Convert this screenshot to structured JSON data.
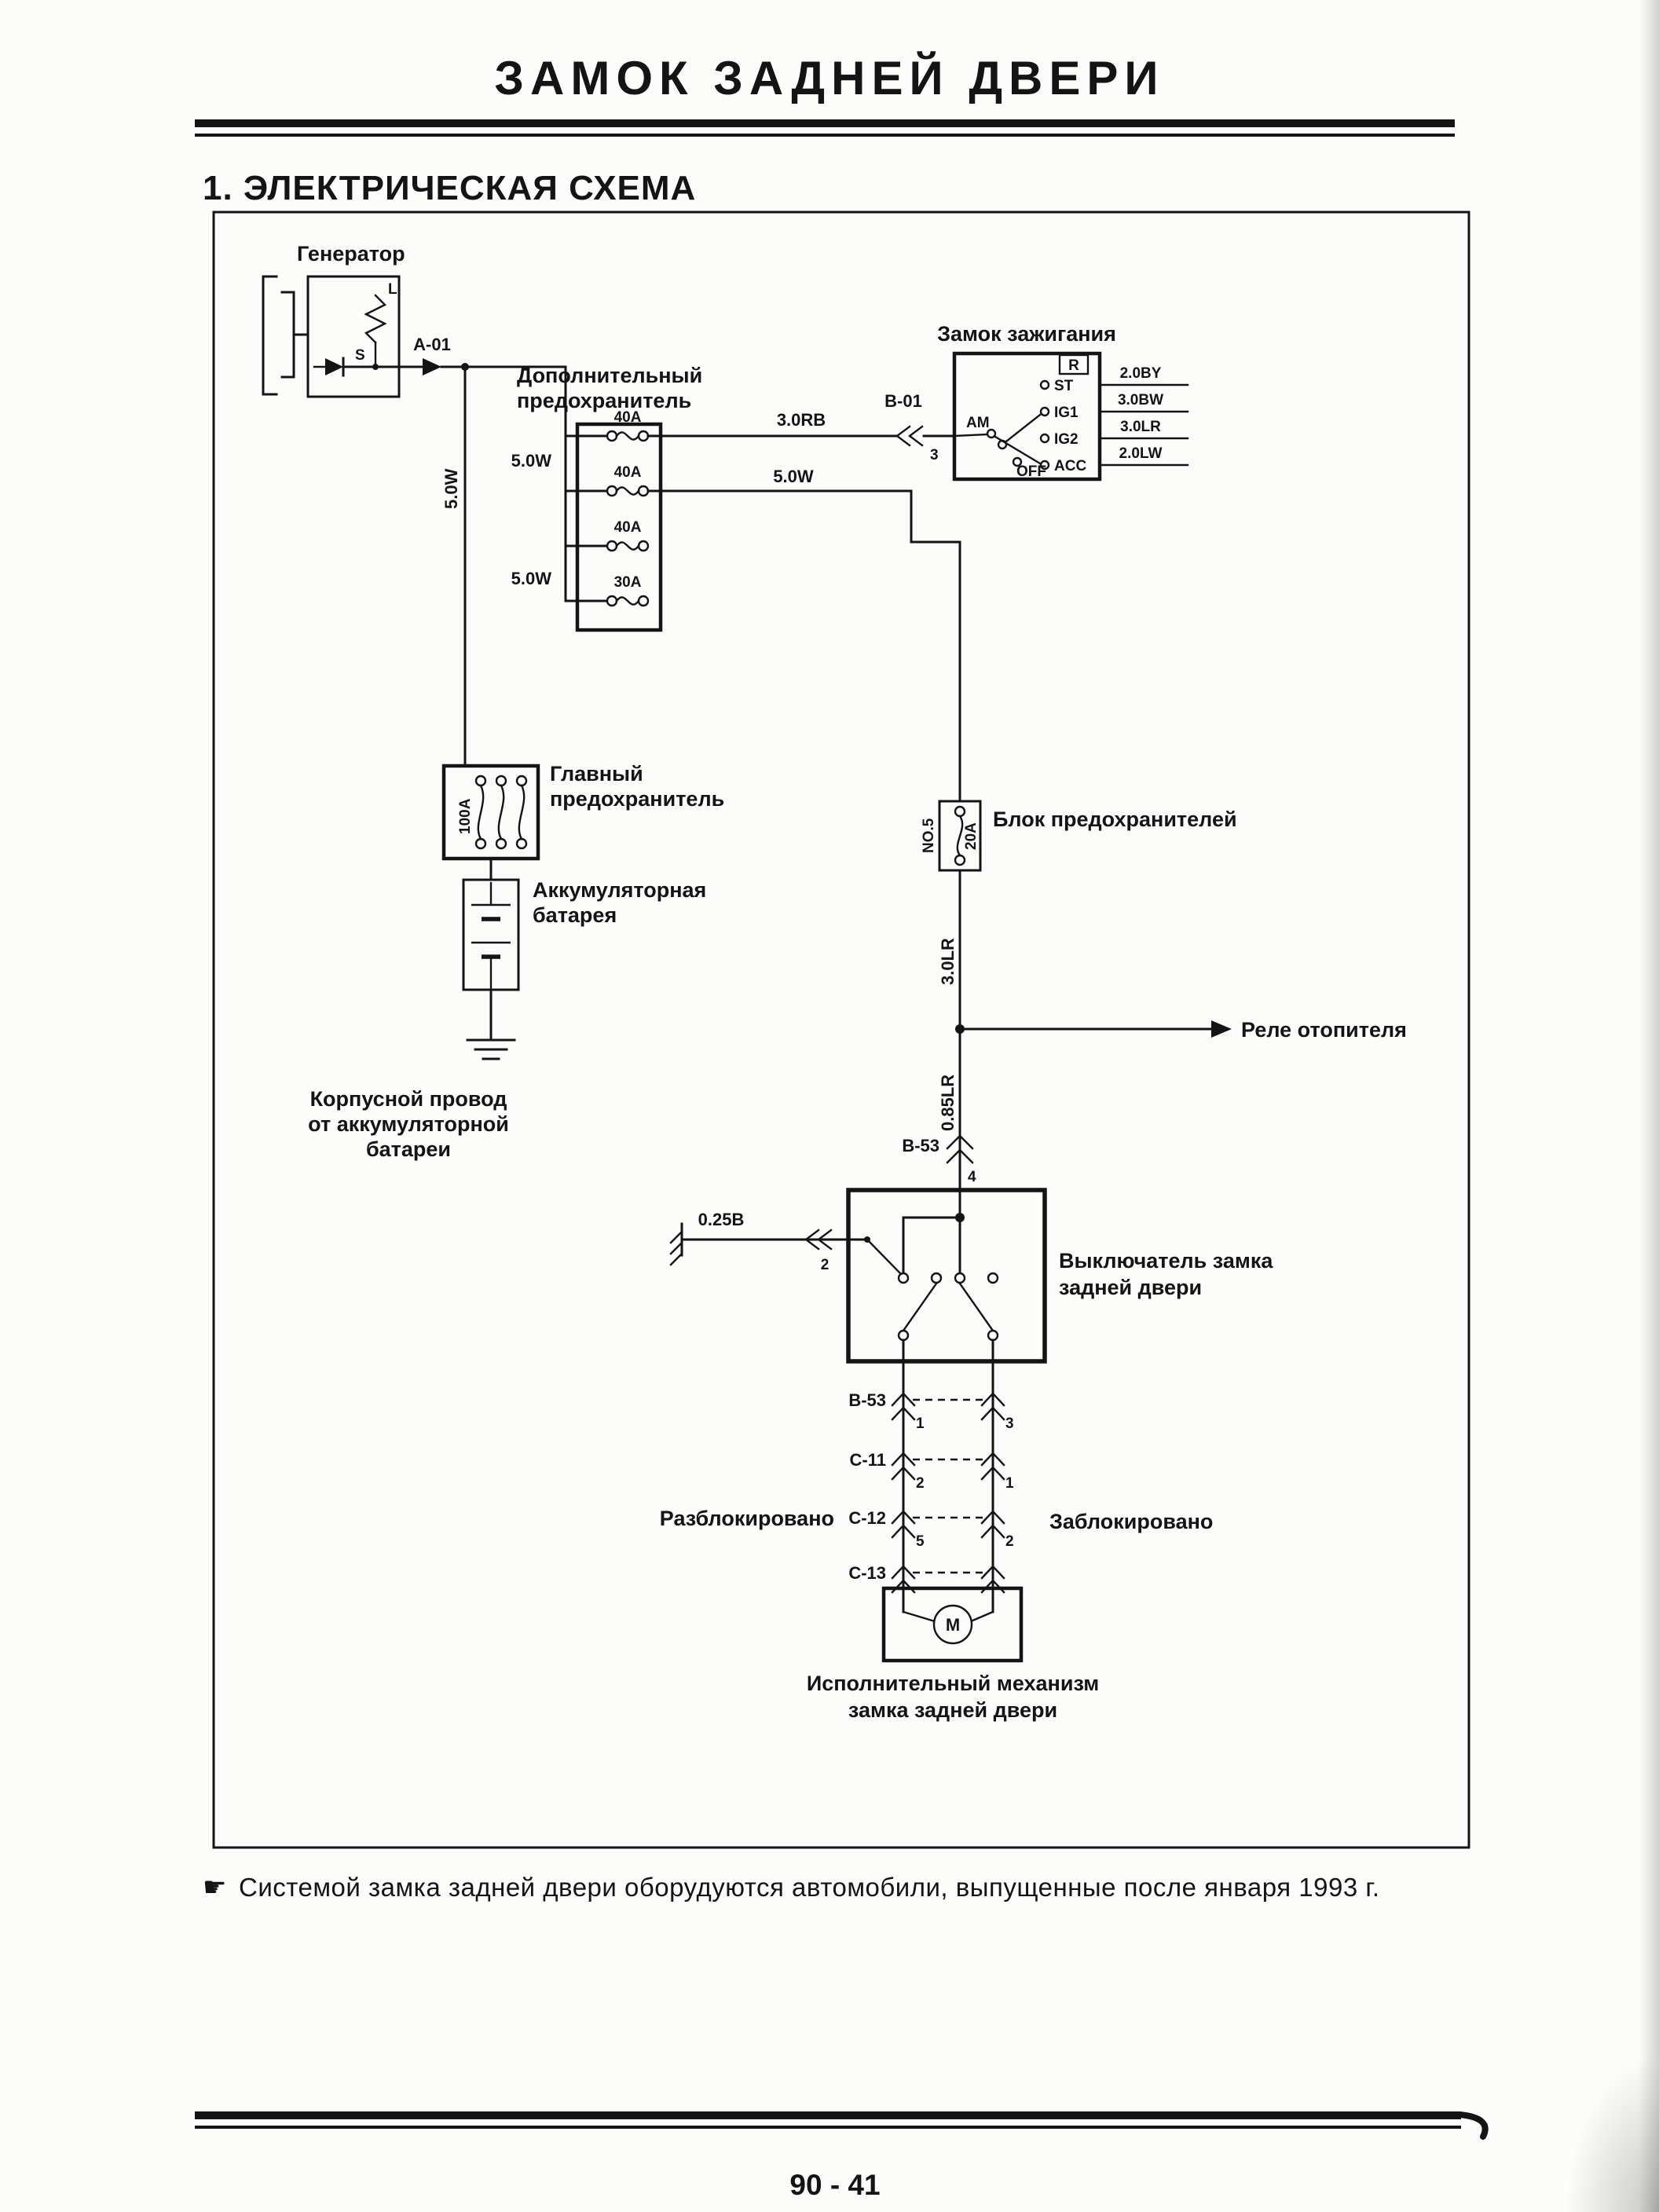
{
  "page": {
    "title": "ЗАМОК ЗАДНЕЙ ДВЕРИ",
    "section_heading": "1. ЭЛЕКТРИЧЕСКАЯ СХЕМА",
    "footnote_marker": "☛",
    "footnote": "Системой замка задней двери оборудуются автомобили, выпущенные после января 1993 г.",
    "page_number": "90 - 41"
  },
  "diagram": {
    "generator": {
      "label": "Генератор",
      "terminal_l": "L",
      "terminal_s": "S"
    },
    "connectors": {
      "a01": "A-01",
      "b01": {
        "label": "B-01",
        "pin": "3"
      },
      "b53_main": {
        "label": "B-53",
        "pin": "4"
      },
      "ground_pin": "2",
      "rows": [
        {
          "label": "B-53",
          "pin_left": "1",
          "pin_right": "3"
        },
        {
          "label": "C-11",
          "pin_left": "2",
          "pin_right": "1"
        },
        {
          "label": "C-12",
          "pin_left": "5",
          "pin_right": "2"
        },
        {
          "label": "C-13",
          "pin_left": "",
          "pin_right": ""
        }
      ]
    },
    "wires": {
      "gen_drop": "5.0W",
      "bus_upper": "5.0W",
      "bus_lower": "5.0W",
      "ign_feed": "3.0RB",
      "fuse2_out": "5.0W",
      "main_down": "3.0LR",
      "switch_feed": "0.85LR",
      "ground": "0.25B"
    },
    "additional_fuse": {
      "label1": "Дополнительный",
      "label2": "предохранитель",
      "ratings": [
        "40A",
        "40A",
        "40A",
        "30A"
      ]
    },
    "ignition": {
      "label": "Замок зажигания",
      "r": "R",
      "am": "AM",
      "off": "OFF",
      "positions": [
        "ST",
        "IG1",
        "IG2",
        "ACC"
      ],
      "out_wires": [
        "2.0BY",
        "3.0BW",
        "3.0LR",
        "2.0LW"
      ]
    },
    "main_fuse": {
      "label1": "Главный",
      "label2": "предохранитель",
      "rating": "100A"
    },
    "battery": {
      "label1": "Аккумуляторная",
      "label2": "батарея"
    },
    "body_wire": {
      "line1": "Корпусной провод",
      "line2": "от аккумуляторной",
      "line3": "батареи"
    },
    "fuse_block": {
      "label": "Блок предохранителей",
      "no": "NO.5",
      "rating": "20A"
    },
    "heater_relay": "Реле отопителя",
    "door_switch": {
      "label1": "Выключатель замка",
      "label2": "задней двери"
    },
    "state_unlocked": "Разблокировано",
    "state_locked": "Заблокировано",
    "actuator": {
      "label1": "Исполнительный механизм",
      "label2": "замка задней двери",
      "motor": "M"
    }
  }
}
